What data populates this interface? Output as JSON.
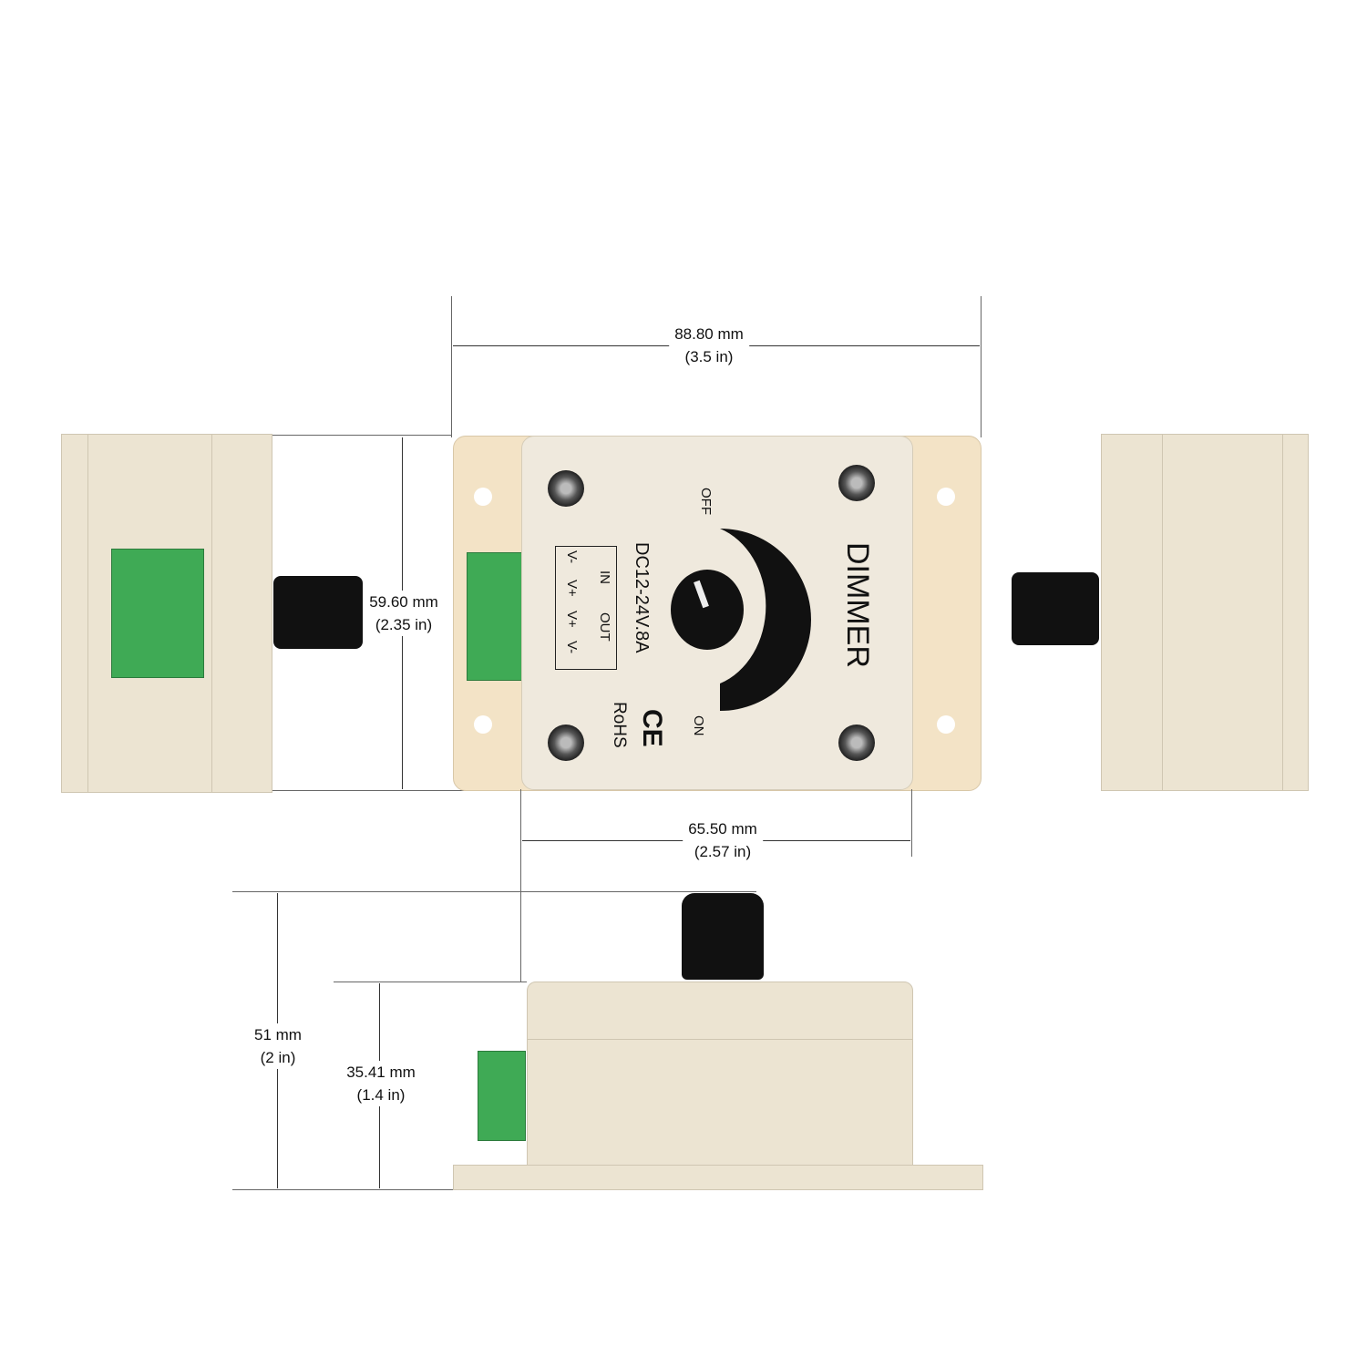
{
  "dimensions": {
    "width": {
      "mm": "88.80 mm",
      "in": "(3.5 in)"
    },
    "height": {
      "mm": "59.60 mm",
      "in": "(2.35 in)"
    },
    "cover_width": {
      "mm": "65.50 mm",
      "in": "(2.57 in)"
    },
    "total_depth": {
      "mm": "51 mm",
      "in": "(2 in)"
    },
    "body_depth": {
      "mm": "35.41 mm",
      "in": "(1.4 in)"
    }
  },
  "device": {
    "title": "DIMMER",
    "rating": "DC12-24V.8A",
    "off_label": "OFF",
    "on_label": "ON",
    "ce_mark": "CE",
    "rohs": "RoHS",
    "terminal_in": "IN",
    "terminal_out": "OUT",
    "pins": [
      "V-",
      "V+",
      "V+",
      "V-"
    ]
  },
  "colors": {
    "housing": "#ece4d2",
    "flange": "#f3e3c6",
    "terminal": "#3faa55",
    "knob": "#111111"
  }
}
